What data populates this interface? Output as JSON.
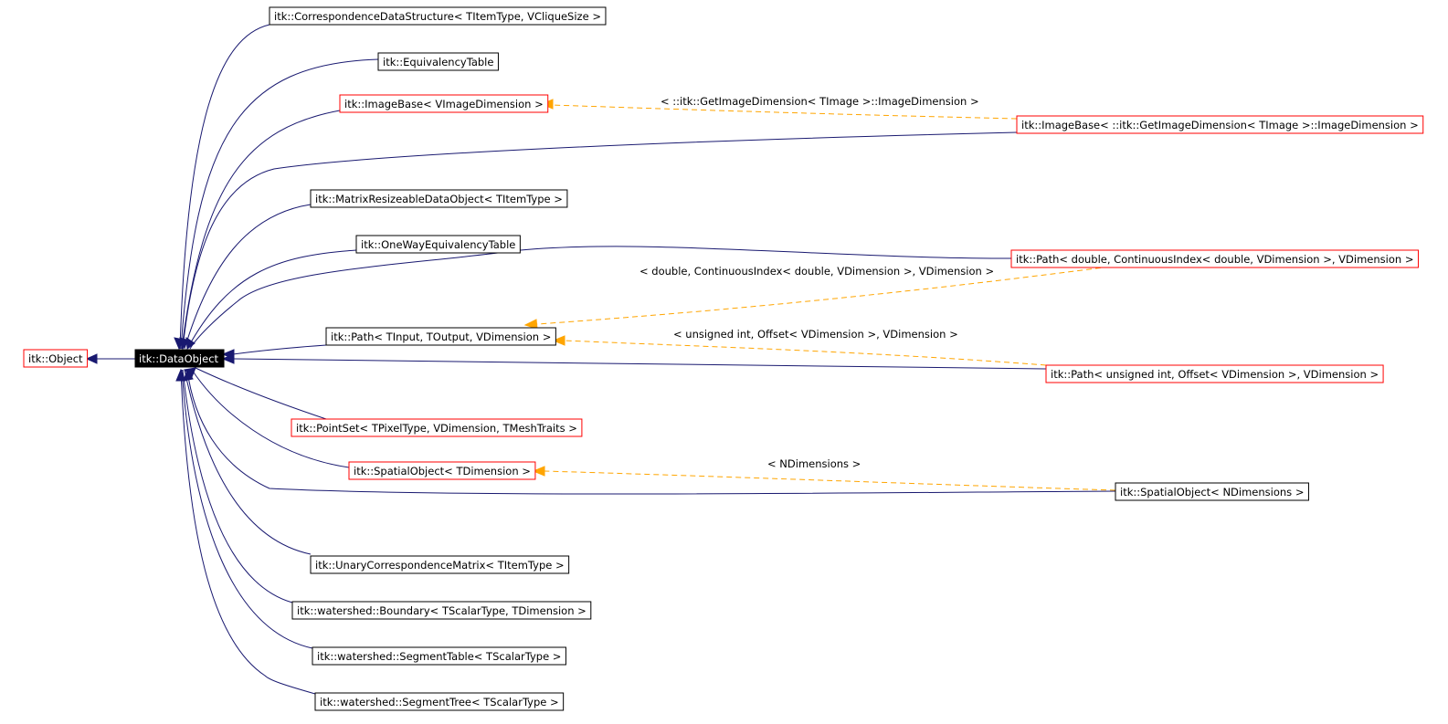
{
  "diagram": {
    "nodes": {
      "object": "itk::Object",
      "data_object": "itk::DataObject",
      "correspondence": "itk::CorrespondenceDataStructure< TItemType, VCliqueSize >",
      "equivalency": "itk::EquivalencyTable",
      "imagebase": "itk::ImageBase< VImageDimension >",
      "imagebase_spec": "itk::ImageBase< ::itk::GetImageDimension< TImage >::ImageDimension >",
      "matrix": "itk::MatrixResizeableDataObject< TItemType >",
      "oneway": "itk::OneWayEquivalencyTable",
      "path_double": "itk::Path< double, ContinuousIndex< double, VDimension >, VDimension >",
      "path": "itk::Path< TInput, TOutput, VDimension >",
      "path_uint": "itk::Path< unsigned int, Offset< VDimension >, VDimension >",
      "pointset": "itk::PointSet< TPixelType, VDimension, TMeshTraits >",
      "spatial": "itk::SpatialObject< TDimension >",
      "spatial_spec": "itk::SpatialObject< NDimensions >",
      "unary": "itk::UnaryCorrespondenceMatrix< TItemType >",
      "boundary": "itk::watershed::Boundary< TScalarType, TDimension >",
      "segtable": "itk::watershed::SegmentTable< TScalarType >",
      "segtree": "itk::watershed::SegmentTree< TScalarType >"
    },
    "edge_labels": {
      "imagebase_spec": "< ::itk::GetImageDimension< TImage >::ImageDimension >",
      "path_double": "< double, ContinuousIndex< double, VDimension >, VDimension >",
      "path_uint": "< unsigned int, Offset< VDimension >, VDimension >",
      "spatial_spec": "< NDimensions >"
    },
    "colors": {
      "inheritance_edge": "#191970",
      "template_edge": "#ffa500",
      "documented_border": "#000000",
      "undocumented_border": "#ff0000",
      "focus_fill": "#000000"
    }
  }
}
